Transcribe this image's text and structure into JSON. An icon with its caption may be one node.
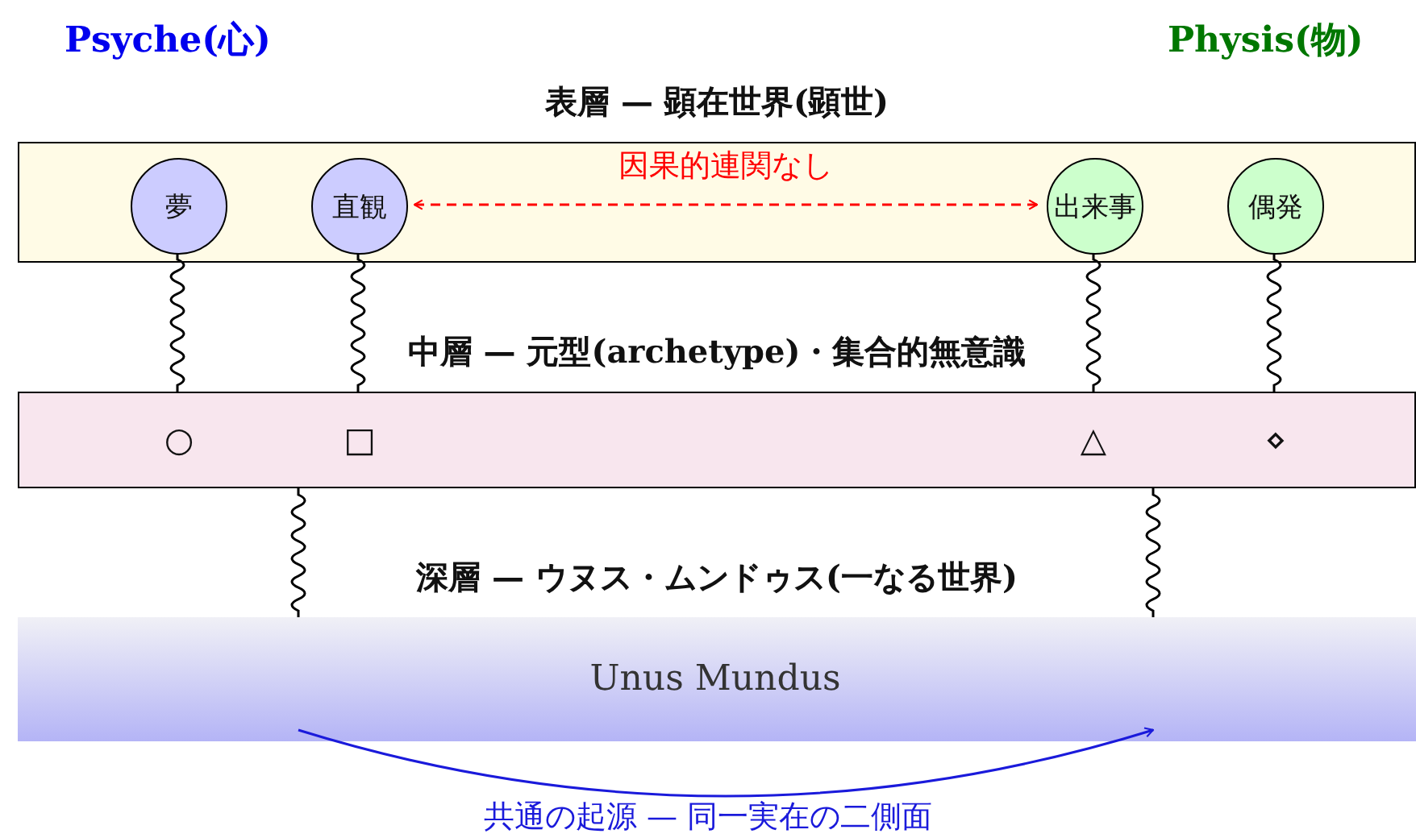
{
  "diagram": {
    "nodes": [
      {
        "text": [
          "表層 — 顕在世界(顕世)"
        ]
      },
      {
        "text": [
          "夢"
        ],
        "in": 0
      },
      {
        "text": [
          "直観"
        ],
        "in": 0
      },
      {
        "text": [
          "出来事"
        ],
        "in": 0
      },
      {
        "text": [
          "偶発"
        ],
        "in": 0
      },
      {
        "text": [
          "中層 — 元型(archetype)・集合的無意識"
        ]
      },
      {
        "text": [
          "○"
        ],
        "in": 5
      },
      {
        "text": [
          "□"
        ],
        "in": 5
      },
      {
        "text": [
          "△"
        ],
        "in": 5
      },
      {
        "text": [
          "⋄"
        ],
        "in": 5
      },
      {
        "text": [
          "深層 — ウヌス・ムンドゥス(一なる世界)",
          "Unus Mundus"
        ]
      }
    ],
    "edges": [
      {
        "from": 1,
        "to": 6,
        "arrow": "none"
      },
      {
        "from": 2,
        "to": 7,
        "arrow": "none"
      },
      {
        "from": 3,
        "to": 8,
        "arrow": "none"
      },
      {
        "from": 4,
        "to": 9,
        "arrow": "none"
      },
      {
        "from": 5,
        "to": 10,
        "arrow": "none"
      },
      {
        "from": 5,
        "to": 10,
        "arrow": "none"
      },
      {
        "from": 2,
        "to": 3,
        "arrow": "both",
        "label": "因果的連関なし",
        "style": "dashed",
        "color": "#ff0000"
      }
    ],
    "labels": [
      "Psyche(心)",
      "Physis(物)",
      "共通の起源 — 同一実在の二側面"
    ]
  }
}
